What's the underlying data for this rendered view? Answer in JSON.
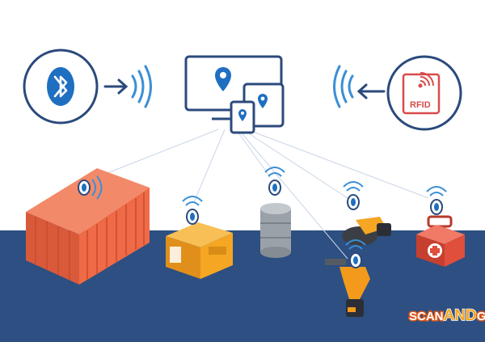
{
  "rfid_badge": {
    "label": "RFID"
  },
  "brand": {
    "part1": "SCAN",
    "part2": "AND",
    "part3": "GO"
  },
  "colors": {
    "navy": "#2b4a7c",
    "floor": "#2d4f82",
    "bluetooth_blue": "#1f6fc1",
    "wave_blue": "#3a8fd6",
    "rfid_red": "#d94b4b",
    "container_orange": "#ef6a46",
    "generator_yellow": "#f5a623",
    "drum_gray": "#9aa1a8",
    "tool_orange": "#f39a1d",
    "toolbox_red": "#e04e3c"
  },
  "icons": [
    "bluetooth-icon",
    "rfid-icon",
    "location-pin-icon",
    "arrow-right-icon",
    "arrow-left-icon",
    "signal-waves-icon",
    "tag-icon"
  ]
}
